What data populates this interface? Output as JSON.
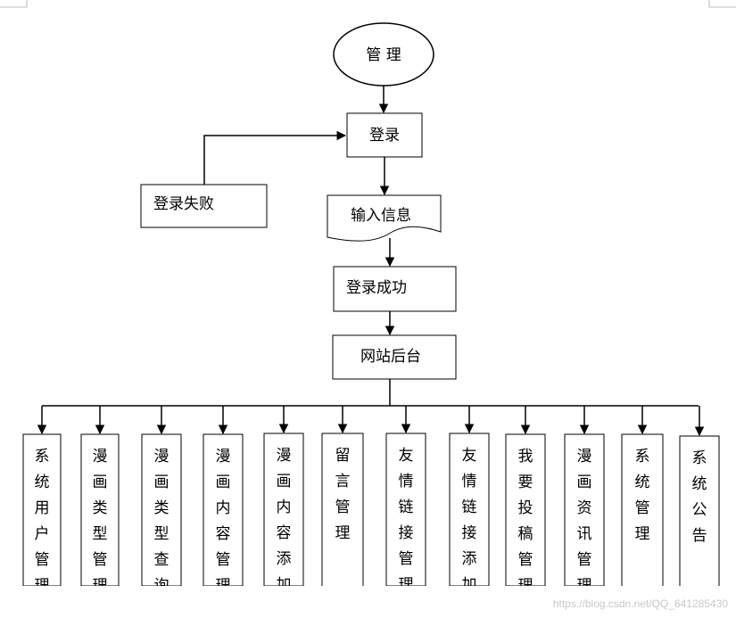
{
  "nodes": {
    "manage": "管 理",
    "login": "登录",
    "login_fail": "登录失败",
    "input_info": "输入信息",
    "login_success": "登录成功",
    "backend": "网站后台"
  },
  "modules": [
    {
      "id": "m1",
      "text": "系统用户管理"
    },
    {
      "id": "m2",
      "text": "漫画类型管理"
    },
    {
      "id": "m3",
      "text": "漫画类型查询"
    },
    {
      "id": "m4",
      "text": "漫画内容管理"
    },
    {
      "id": "m5",
      "text": "漫画内容添加"
    },
    {
      "id": "m6",
      "text": "留言管理"
    },
    {
      "id": "m7",
      "text": "友情链接管理"
    },
    {
      "id": "m8",
      "text": "友情链接添加"
    },
    {
      "id": "m9",
      "text": "我要投稿管理"
    },
    {
      "id": "m10",
      "text": "漫画资讯管理"
    },
    {
      "id": "m11",
      "text": "系统管理"
    },
    {
      "id": "m12",
      "text": "系统公告"
    }
  ],
  "watermark": "https://blog.csdn.net/QQ_641285430"
}
